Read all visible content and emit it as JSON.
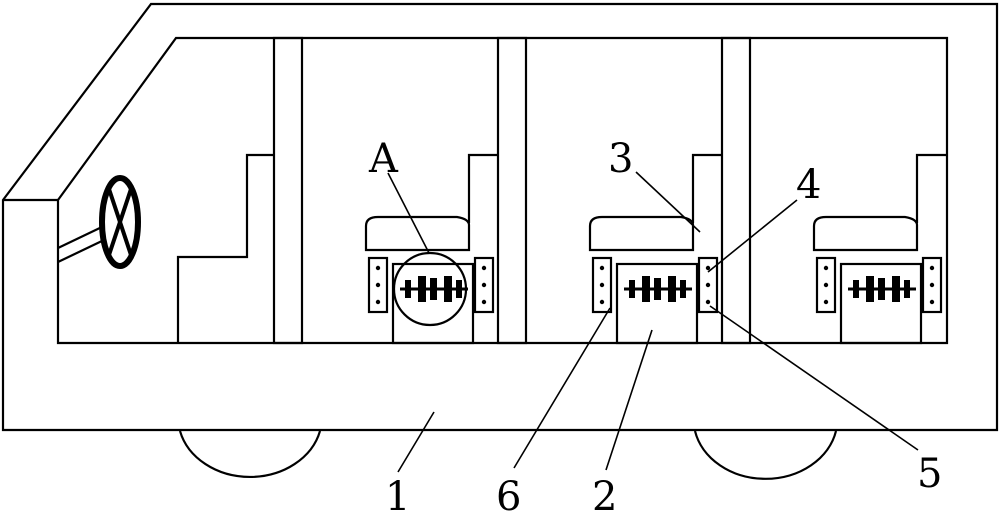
{
  "figure": {
    "line_color": "#000000",
    "background": "#ffffff"
  },
  "labels": {
    "a": "A",
    "n1": "1",
    "n2": "2",
    "n3": "3",
    "n4": "4",
    "n5": "5",
    "n6": "6"
  }
}
